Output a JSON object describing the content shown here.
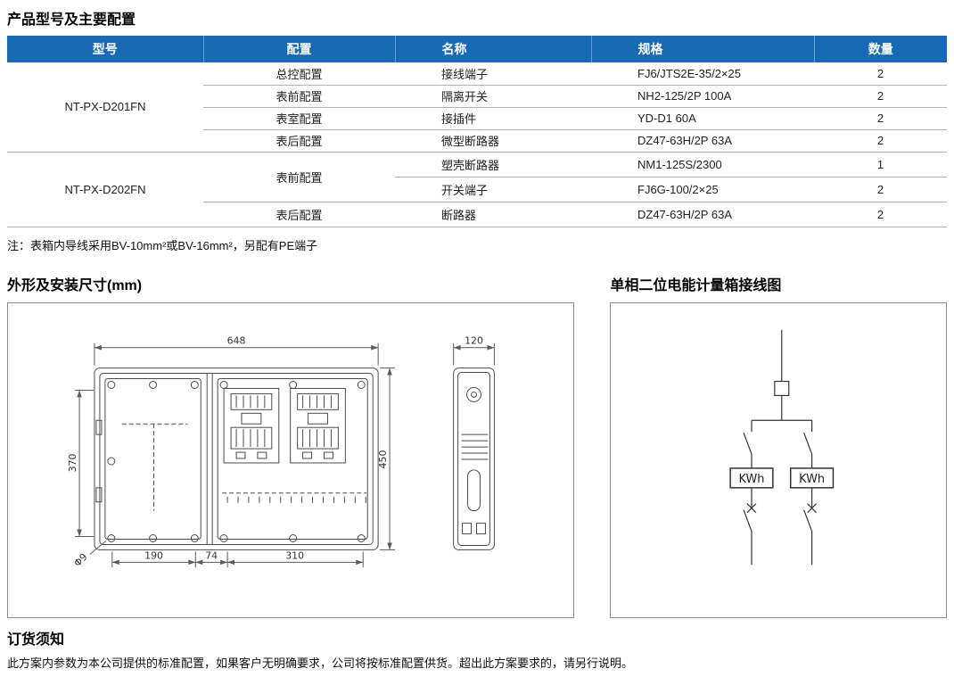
{
  "colors": {
    "table-header-bg": "#1769b4"
  },
  "page": {
    "title": "产品型号及主要配置",
    "note": "注：表箱内导线采用BV-10mm²或BV-16mm²，另配有PE端子",
    "dims_section_title": "外形及安装尺寸(mm)",
    "wiring_section_title": "单相二位电能计量箱接线图",
    "ordering_title": "订货须知",
    "ordering_text": "此方案内参数为本公司提供的标准配置，如果客户无明确要求，公司将按标准配置供货。超出此方案要求的，请另行说明。"
  },
  "table": {
    "headers": [
      "型号",
      "配置",
      "名称",
      "规格",
      "数量"
    ],
    "groups": [
      {
        "model": "NT-PX-D201FN",
        "rows": [
          {
            "config": "总控配置",
            "name": "接线端子",
            "spec": "FJ6/JTS2E-35/2×25",
            "qty": "2"
          },
          {
            "config": "表前配置",
            "name": "隔离开关",
            "spec": "NH2-125/2P 100A",
            "qty": "2"
          },
          {
            "config": "表室配置",
            "name": "接插件",
            "spec": "YD-D1 60A",
            "qty": "2"
          },
          {
            "config": "表后配置",
            "name": "微型断路器",
            "spec": "DZ47-63H/2P 63A",
            "qty": "2"
          }
        ]
      },
      {
        "model": "NT-PX-D202FN",
        "rows": [
          {
            "config": "表前配置",
            "name": "塑壳断路器",
            "spec": "NM1-125S/2300",
            "qty": "1"
          },
          {
            "config": "",
            "name": "开关端子",
            "spec": "FJ6G-100/2×25",
            "qty": "2"
          },
          {
            "config": "表后配置",
            "name": "断路器",
            "spec": "DZ47-63H/2P 63A",
            "qty": "2"
          }
        ]
      }
    ]
  },
  "drawing": {
    "dim_width": "648",
    "dim_depth": "120",
    "dim_height": "450",
    "dim_inner_height": "370",
    "dim_bottom_1": "190",
    "dim_bottom_2": "74",
    "dim_bottom_3": "310",
    "dim_hole": "Φ9"
  },
  "wiring": {
    "meter_label": "KWh"
  }
}
